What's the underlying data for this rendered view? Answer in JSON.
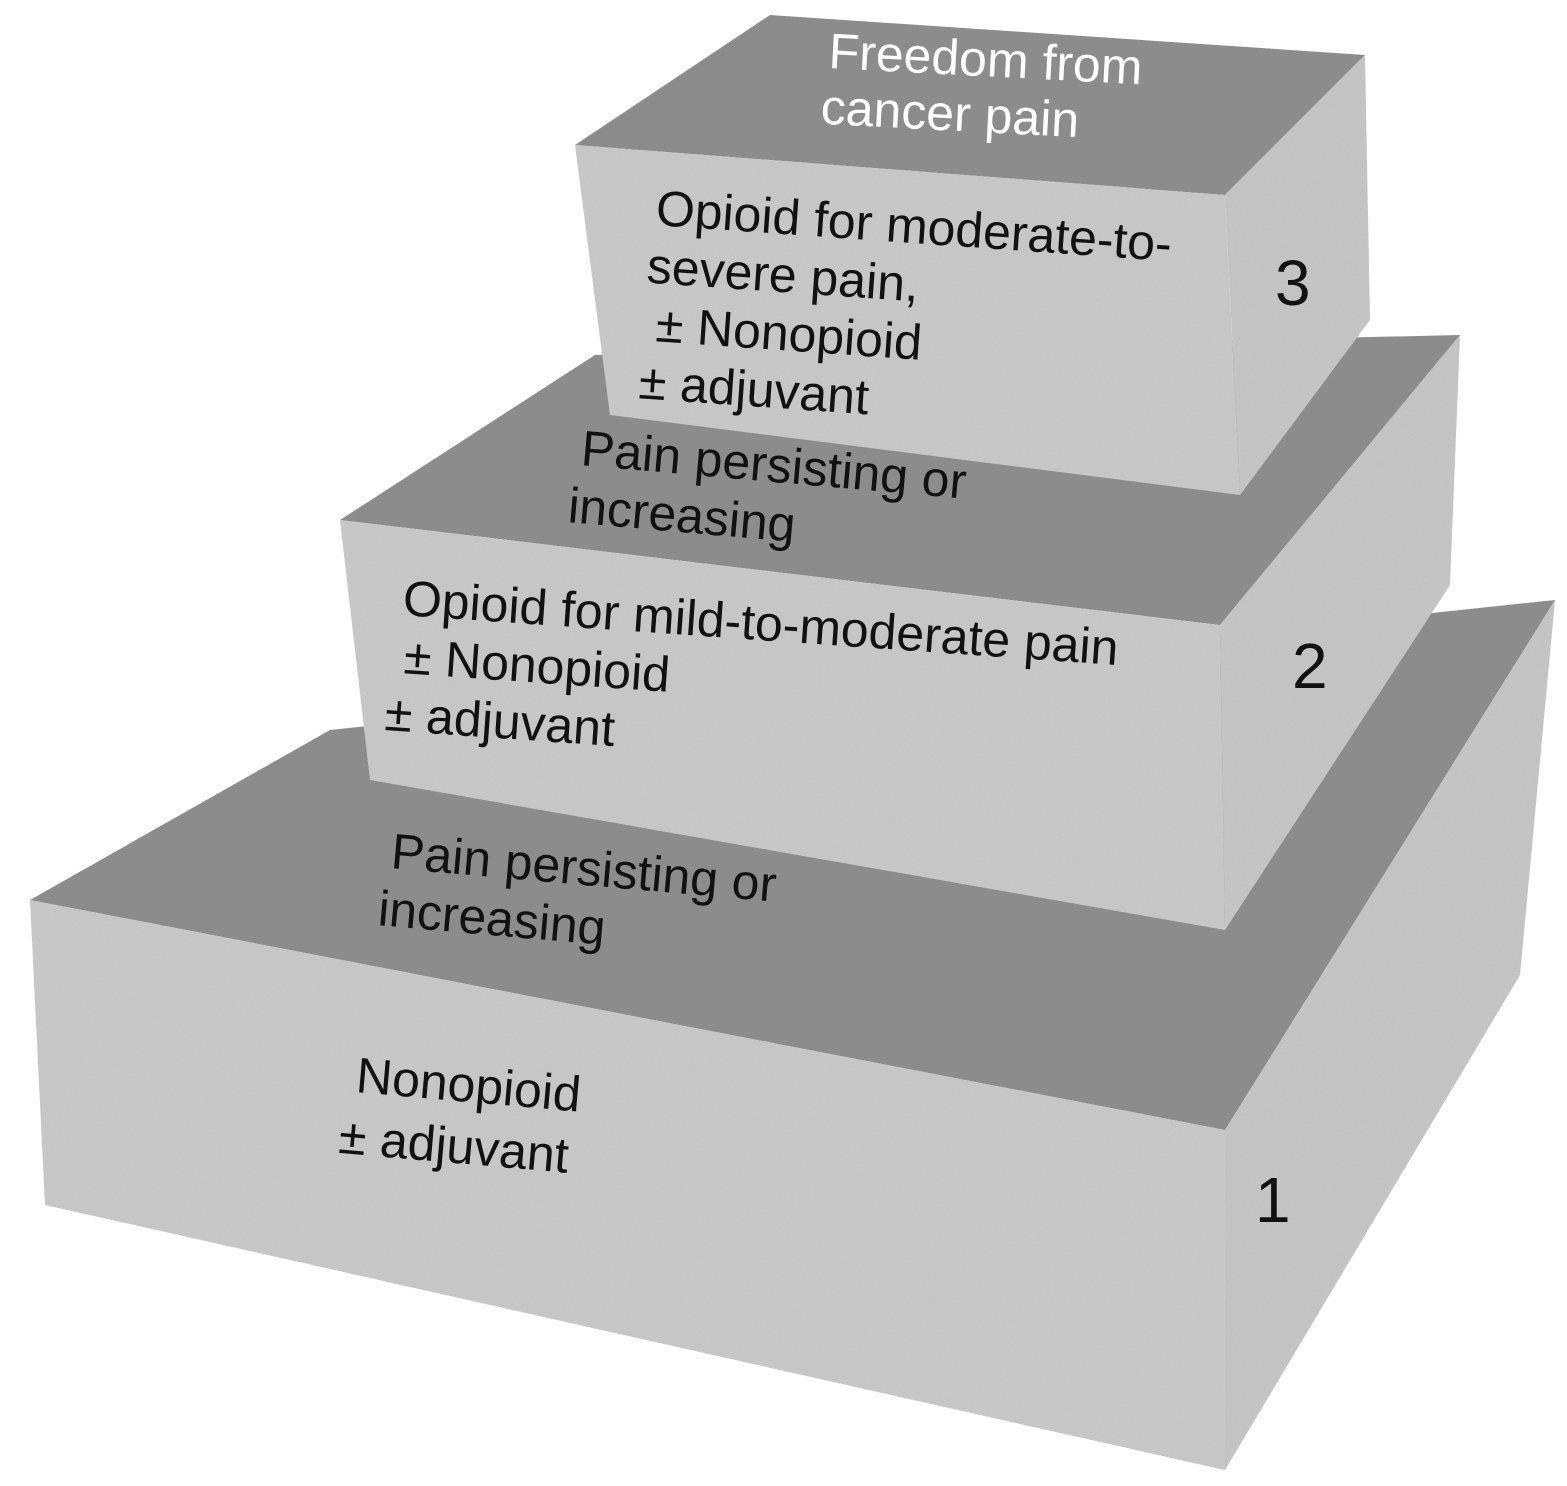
{
  "colors": {
    "front_face": "#c9c9c9",
    "top_face": "#8e8e8e",
    "side_face": "#c6c6c6",
    "text": "#111111",
    "top_text": "#ffffff"
  },
  "steps": [
    {
      "number": "1",
      "lines": [
        "Nonopioid",
        "± adjuvant"
      ]
    },
    {
      "number": "2",
      "lines": [
        "Opioid for mild-to-moderate pain",
        "± Nonopioid",
        "± adjuvant"
      ]
    },
    {
      "number": "3",
      "lines": [
        "Opioid for moderate-to-",
        "severe pain,",
        "± Nonopioid",
        "± adjuvant"
      ]
    }
  ],
  "transitions": [
    {
      "lines": [
        "Pain persisting or",
        "increasing"
      ]
    },
    {
      "lines": [
        "Pain persisting or",
        "increasing"
      ]
    }
  ],
  "top": {
    "lines": [
      "Freedom from",
      "cancer pain"
    ]
  }
}
